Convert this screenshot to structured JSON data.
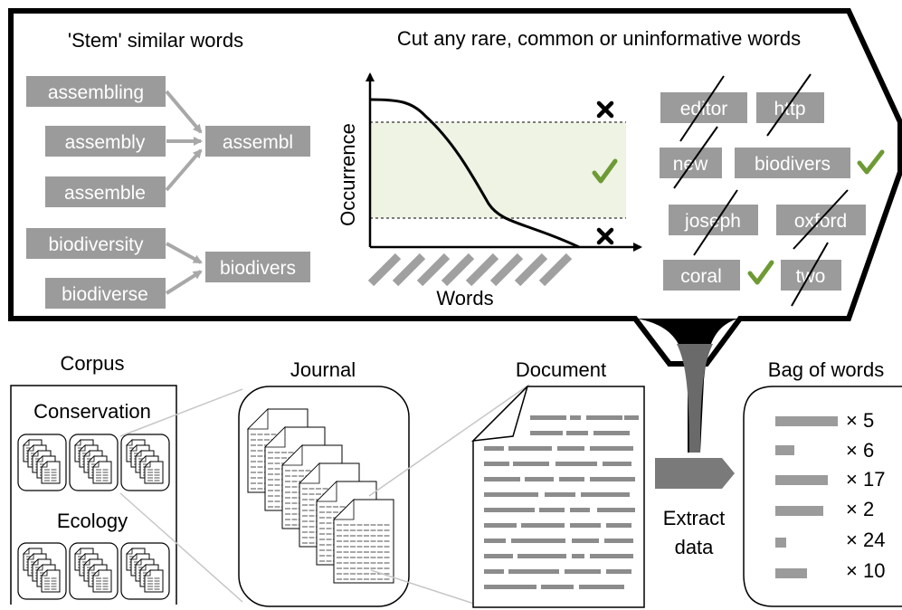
{
  "stemming": {
    "title": "'Stem' similar words",
    "words": [
      "assembling",
      "assembly",
      "assemble",
      "biodiversity",
      "biodiverse"
    ],
    "stems": [
      "assembl",
      "biodivers"
    ]
  },
  "filtering": {
    "title": "Cut any rare, common or uninformative words",
    "y_axis_label": "Occurrence",
    "x_axis_label": "Words",
    "words": [
      {
        "text": "editor",
        "kept": false
      },
      {
        "text": "http",
        "kept": false
      },
      {
        "text": "new",
        "kept": false
      },
      {
        "text": "biodivers",
        "kept": true
      },
      {
        "text": "joseph",
        "kept": false
      },
      {
        "text": "oxford",
        "kept": false
      },
      {
        "text": "coral",
        "kept": true
      },
      {
        "text": "two",
        "kept": false
      }
    ]
  },
  "corpus": {
    "title": "Corpus",
    "groups": [
      "Conservation",
      "Ecology"
    ]
  },
  "journal": {
    "title": "Journal"
  },
  "document": {
    "title": "Document"
  },
  "extract": {
    "line1": "Extract",
    "line2": "data"
  },
  "bag_of_words": {
    "title": "Bag of words",
    "counts": [
      "× 5",
      "× 6",
      "× 17",
      "× 2",
      "× 24",
      "× 10"
    ]
  },
  "colors": {
    "word_box": "#9b9b9b",
    "arrow": "#a8a8a8",
    "kept_band": "#eef3e4",
    "check": "#6e9a34",
    "callout": "#000000"
  },
  "icons": {
    "keep": "check-icon",
    "cut": "cross-icon"
  }
}
